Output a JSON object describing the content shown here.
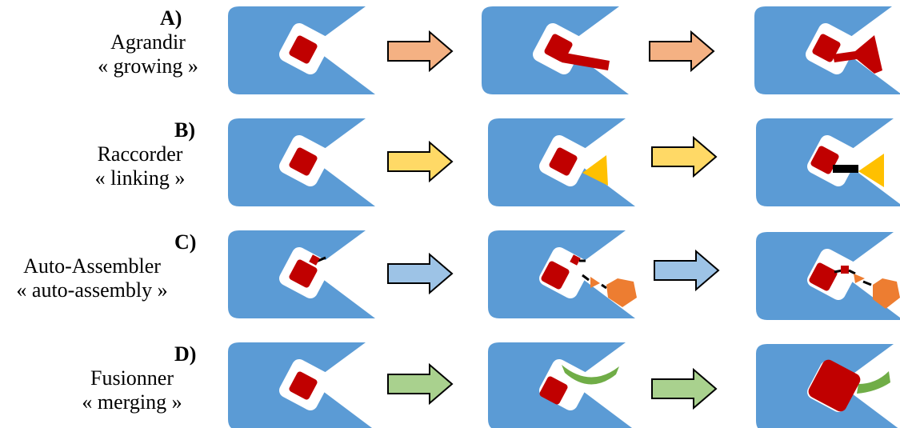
{
  "colors": {
    "pocket": "#5b9bd5",
    "ligand": "#c00000",
    "triangle": "#ffc000",
    "fragment_orange": "#ed7d31",
    "merge_green": "#70ad47",
    "arrow_a": "#f4b183",
    "arrow_b": "#ffd966",
    "arrow_c": "#9dc3e6",
    "arrow_d": "#a9d18e"
  },
  "rows": [
    {
      "letter": "A)",
      "name_fr": "Agrandir",
      "name_en": "« growing »",
      "arrow_color": "#f4b183",
      "stages": [
        "seed",
        "grow-1",
        "grow-2"
      ]
    },
    {
      "letter": "B)",
      "name_fr": "Raccorder",
      "name_en": "« linking »",
      "arrow_color": "#ffd966",
      "stages": [
        "seed",
        "link-1",
        "link-2"
      ]
    },
    {
      "letter": "C)",
      "name_fr": "Auto-Assembler",
      "name_en": "« auto-assembly »",
      "arrow_color": "#9dc3e6",
      "stages": [
        "assemble-0",
        "assemble-1",
        "assemble-2"
      ]
    },
    {
      "letter": "D)",
      "name_fr": "Fusionner",
      "name_en": "« merging »",
      "arrow_color": "#a9d18e",
      "stages": [
        "seed",
        "merge-1",
        "merge-2"
      ]
    }
  ]
}
